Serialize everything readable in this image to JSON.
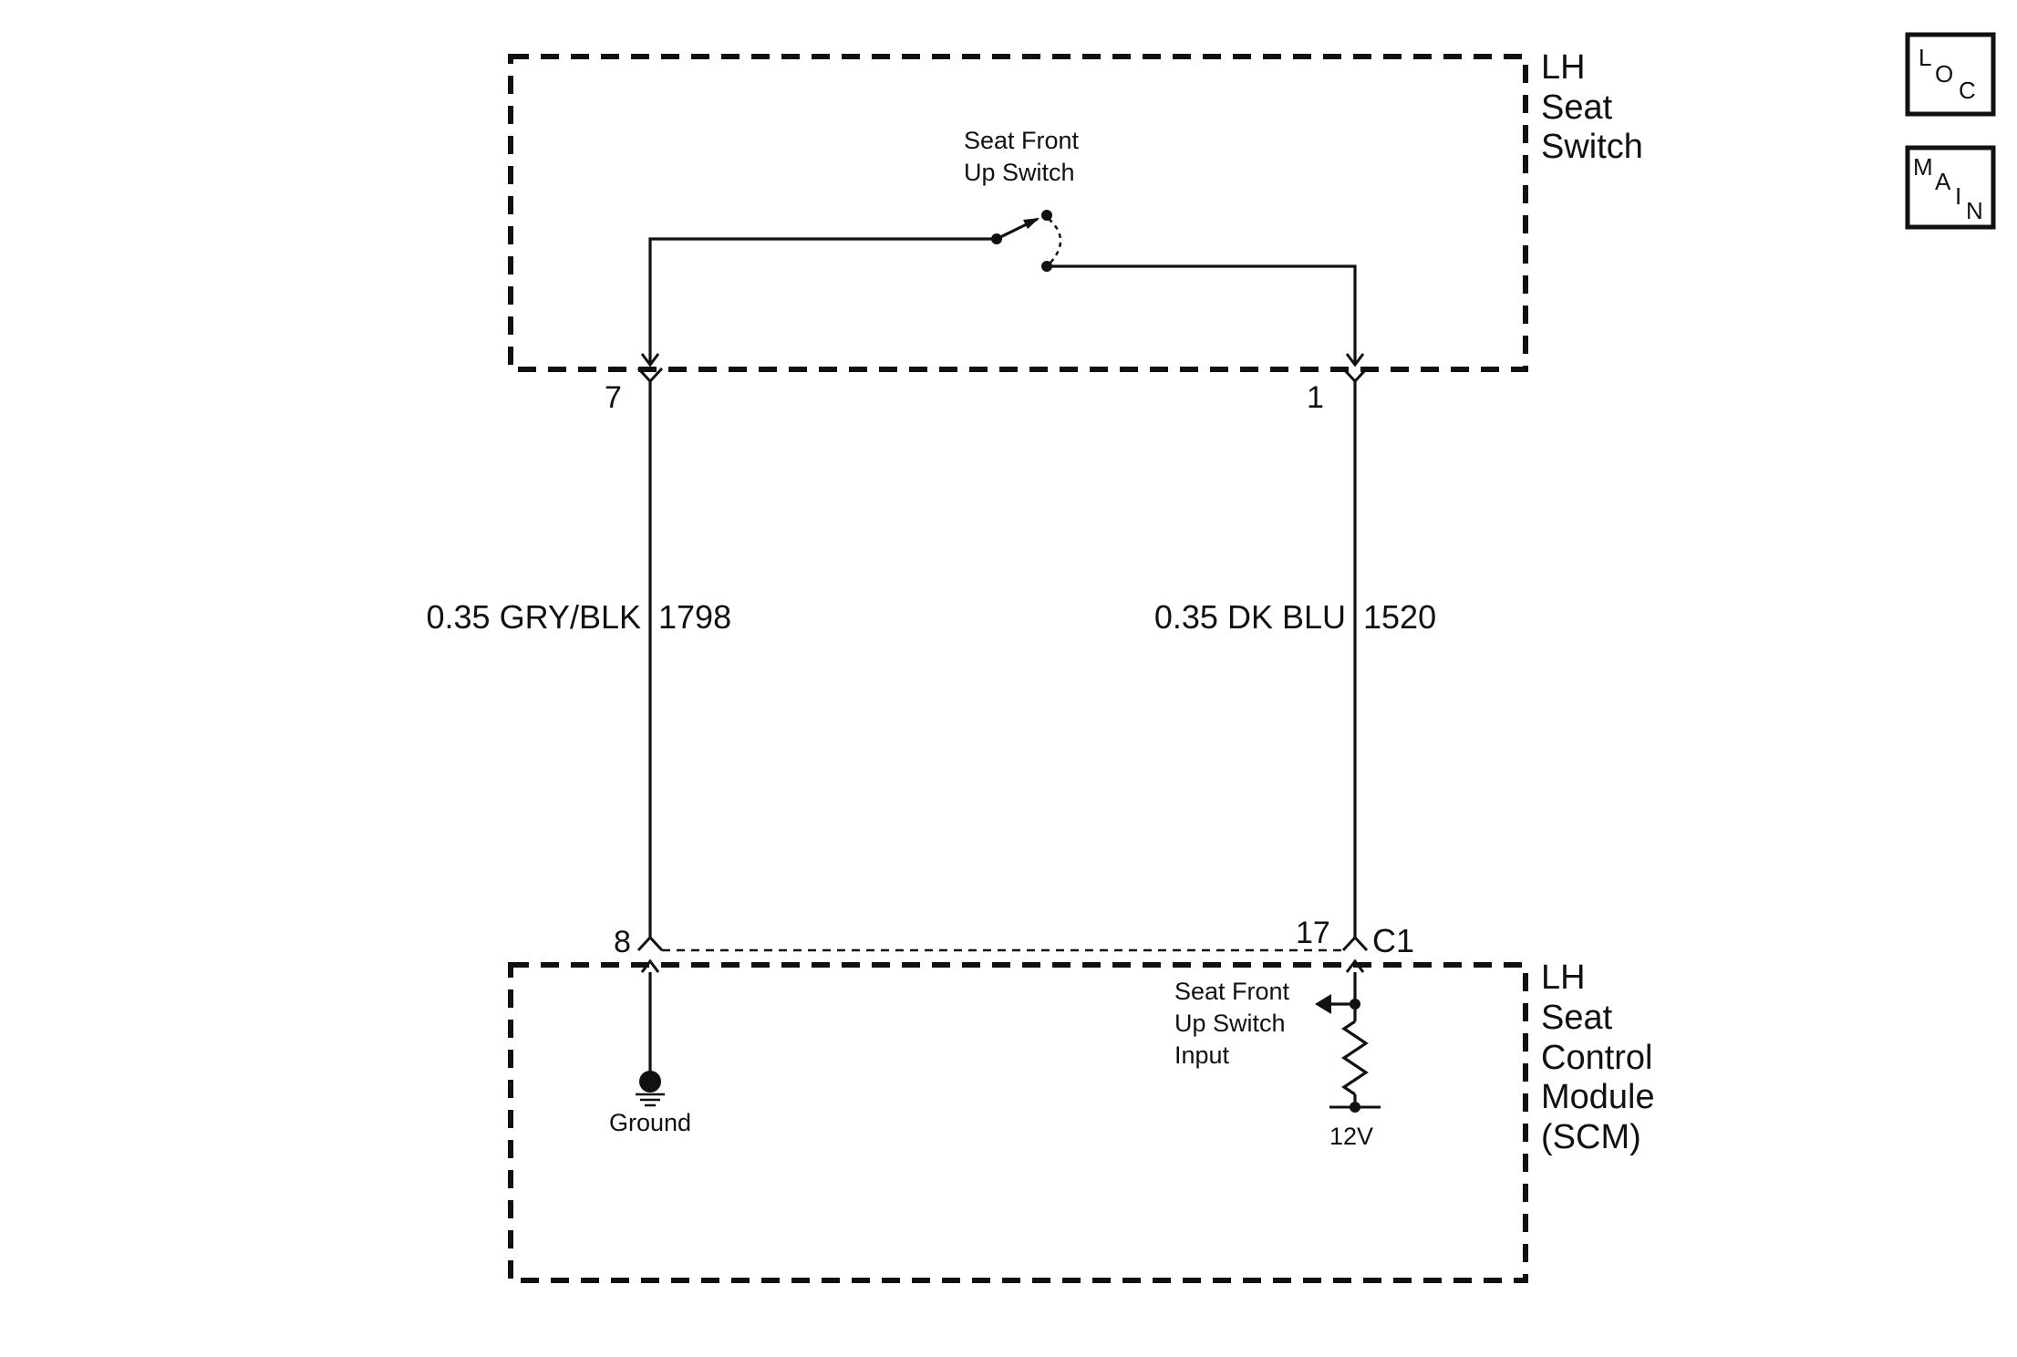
{
  "components": {
    "switch_assembly": {
      "name_lines": [
        "LH",
        "Seat",
        "Switch"
      ]
    },
    "control_module": {
      "name_lines": [
        "LH",
        "Seat",
        "Control",
        "Module",
        "(SCM)"
      ]
    }
  },
  "switch": {
    "label_lines": [
      "Seat Front",
      "Up Switch"
    ]
  },
  "pins": {
    "switch_left": "7",
    "switch_right": "1",
    "module_left": "8",
    "module_right": "17",
    "module_connector": "C1"
  },
  "wires": [
    {
      "gauge_color": "0.35 GRY/BLK",
      "circuit": "1798"
    },
    {
      "gauge_color": "0.35 DK BLU",
      "circuit": "1520"
    }
  ],
  "module_internals": {
    "ground_label": "Ground",
    "input_label_lines": [
      "Seat Front",
      "Up Switch",
      "Input"
    ],
    "supply_label": "12V"
  },
  "nav": {
    "loc": {
      "letters": [
        "L",
        "O",
        "C"
      ]
    },
    "main": {
      "letters": [
        "M",
        "A",
        "I",
        "N"
      ]
    }
  }
}
